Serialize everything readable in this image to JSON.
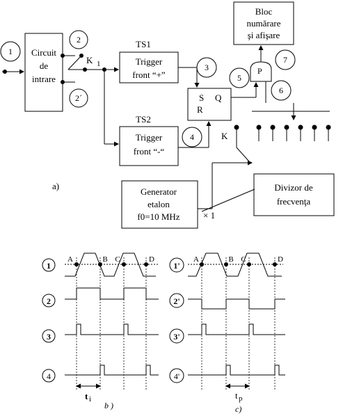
{
  "blocks": {
    "input_circuit": [
      "Circuit",
      "de",
      "intrare"
    ],
    "display_counter": [
      "Bloc",
      "numărare",
      "şi afişare"
    ],
    "trigger_pos": {
      "name": "TS1",
      "lines": [
        "Trigger",
        "front “+”"
      ]
    },
    "trigger_neg": {
      "name": "TS2",
      "lines": [
        "Trigger",
        "front “-“"
      ]
    },
    "sr_flipflop": {
      "s": "S",
      "q": "Q",
      "r": "R"
    },
    "gate": "P",
    "generator": [
      "Generator",
      "etalon",
      "f0=10 MHz"
    ],
    "divider": [
      "Divizor de",
      "frecvenţa"
    ]
  },
  "labels": {
    "switch_k1": "K",
    "switch_k1_sub": "1",
    "switch_k": "K",
    "times_one": "× 1",
    "part_a": "a)",
    "part_b": "b )",
    "part_c": "c)"
  },
  "nodes": [
    "1",
    "2",
    "2ˊ",
    "3",
    "4",
    "5",
    "6",
    "7"
  ],
  "timing": {
    "left_rows": [
      "1",
      "2",
      "3",
      "4"
    ],
    "right_rows": [
      "1'",
      "2'",
      "3'",
      "4'"
    ],
    "points": [
      "A",
      "B",
      "C",
      "D"
    ],
    "ti_main": "t",
    "ti_sub": "i",
    "tp_main": "t",
    "tp_sub": "p"
  }
}
